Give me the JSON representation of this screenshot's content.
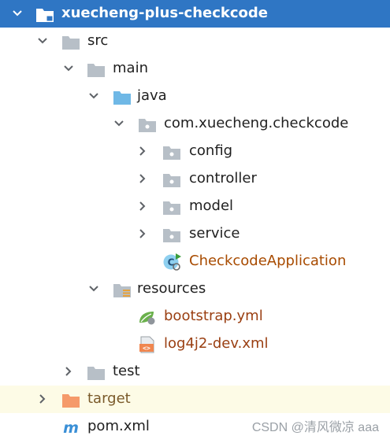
{
  "project": {
    "name": "xuecheng-plus-checkcode"
  },
  "tree": {
    "src": "src",
    "main": "main",
    "java": "java",
    "package": "com.xuecheng.checkcode",
    "config": "config",
    "controller": "controller",
    "model": "model",
    "service": "service",
    "app_class": "CheckcodeApplication",
    "resources": "resources",
    "bootstrap": "bootstrap.yml",
    "log4j2": "log4j2-dev.xml",
    "test": "test",
    "target": "target",
    "pom": "pom.xml"
  },
  "colors": {
    "selection": "#2f76c4",
    "folder": "#b7bfc7",
    "source_folder": "#6fb8e6",
    "target_folder": "#f59a6a",
    "class_label": "#a84b00",
    "resource_label": "#9a3f12",
    "excluded_bg": "#fdfbe6"
  },
  "watermark": "CSDN @清风微凉 aaa"
}
